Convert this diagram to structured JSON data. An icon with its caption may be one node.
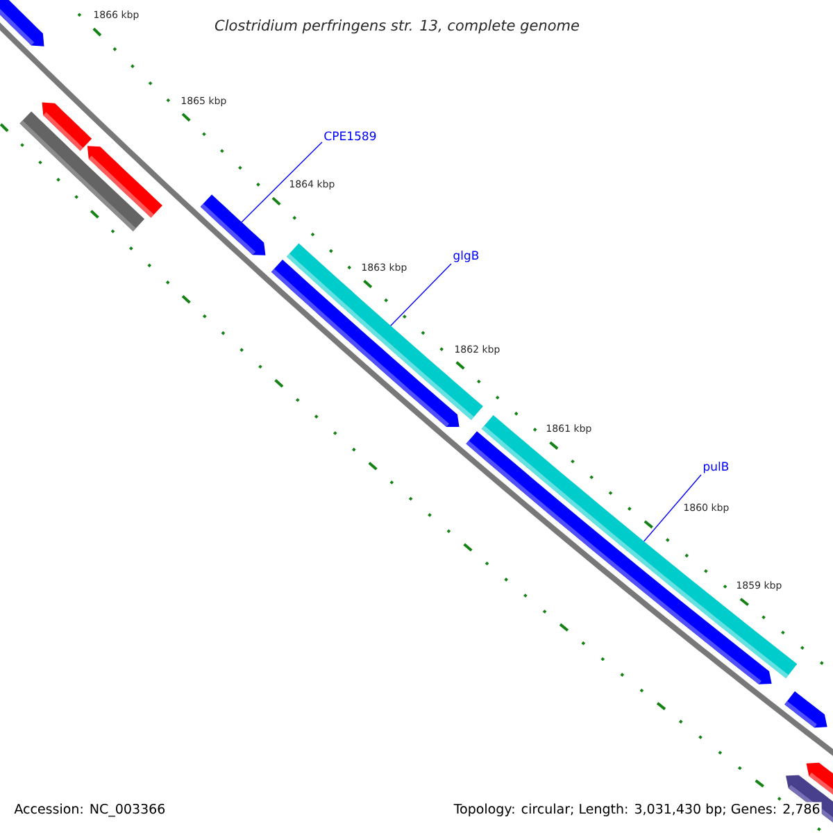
{
  "diagram": {
    "title": "Clostridium perfringens str. 13, complete genome",
    "nodes": [
      {
        "text": [],
        "shape": "bar"
      },
      {
        "text": [],
        "shape": "bar"
      },
      {
        "text": [],
        "shape": "bar"
      },
      {
        "text": [],
        "shape": "bar"
      },
      {
        "text": [
          "CPE1589"
        ]
      },
      {
        "text": [],
        "shape": "bar"
      },
      {
        "text": [
          "glgB"
        ]
      },
      {
        "text": [],
        "shape": "bar"
      },
      {
        "text": [],
        "shape": "bar"
      },
      {
        "text": [
          "pulB"
        ]
      },
      {
        "text": [],
        "shape": "bar"
      },
      {
        "text": [],
        "shape": "bar"
      },
      {
        "text": [],
        "shape": "bar"
      },
      {
        "text": [],
        "shape": "bar"
      },
      {
        "text": [],
        "shape": "bar"
      }
    ],
    "edges": [
      {
        "from": 4,
        "to": 5,
        "arrow": "none"
      },
      {
        "from": 6,
        "to": 7,
        "arrow": "none"
      },
      {
        "from": 9,
        "to": 10,
        "arrow": "none"
      }
    ],
    "labels": [
      "1866 kbp",
      "1865 kbp",
      "1864 kbp",
      "1863 kbp",
      "1862 kbp",
      "1861 kbp",
      "1860 kbp",
      "1859 kbp",
      "Accession: NC_003366",
      "Topology: circular; Length: 3,031,430 bp; Genes: 2,786"
    ]
  }
}
